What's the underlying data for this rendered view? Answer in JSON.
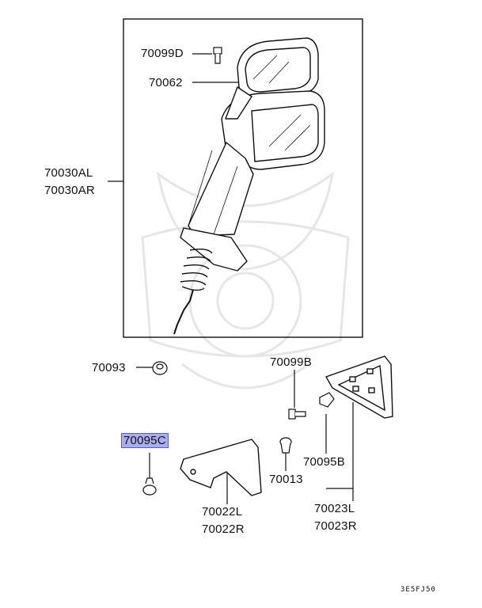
{
  "parts": {
    "p70099d": "70099D",
    "p70062": "70062",
    "p70030al": "70030AL",
    "p70030ar": "70030AR",
    "p70093": "70093",
    "p70099b": "70099B",
    "p70095c": "70095C",
    "p70095b": "70095B",
    "p70013": "70013",
    "p70022l": "70022L",
    "p70022r": "70022R",
    "p70023l": "70023L",
    "p70023r": "70023R"
  },
  "diagram_code": "3E5FJ50",
  "colors": {
    "highlight": "#a9aef0",
    "line": "#111111"
  }
}
